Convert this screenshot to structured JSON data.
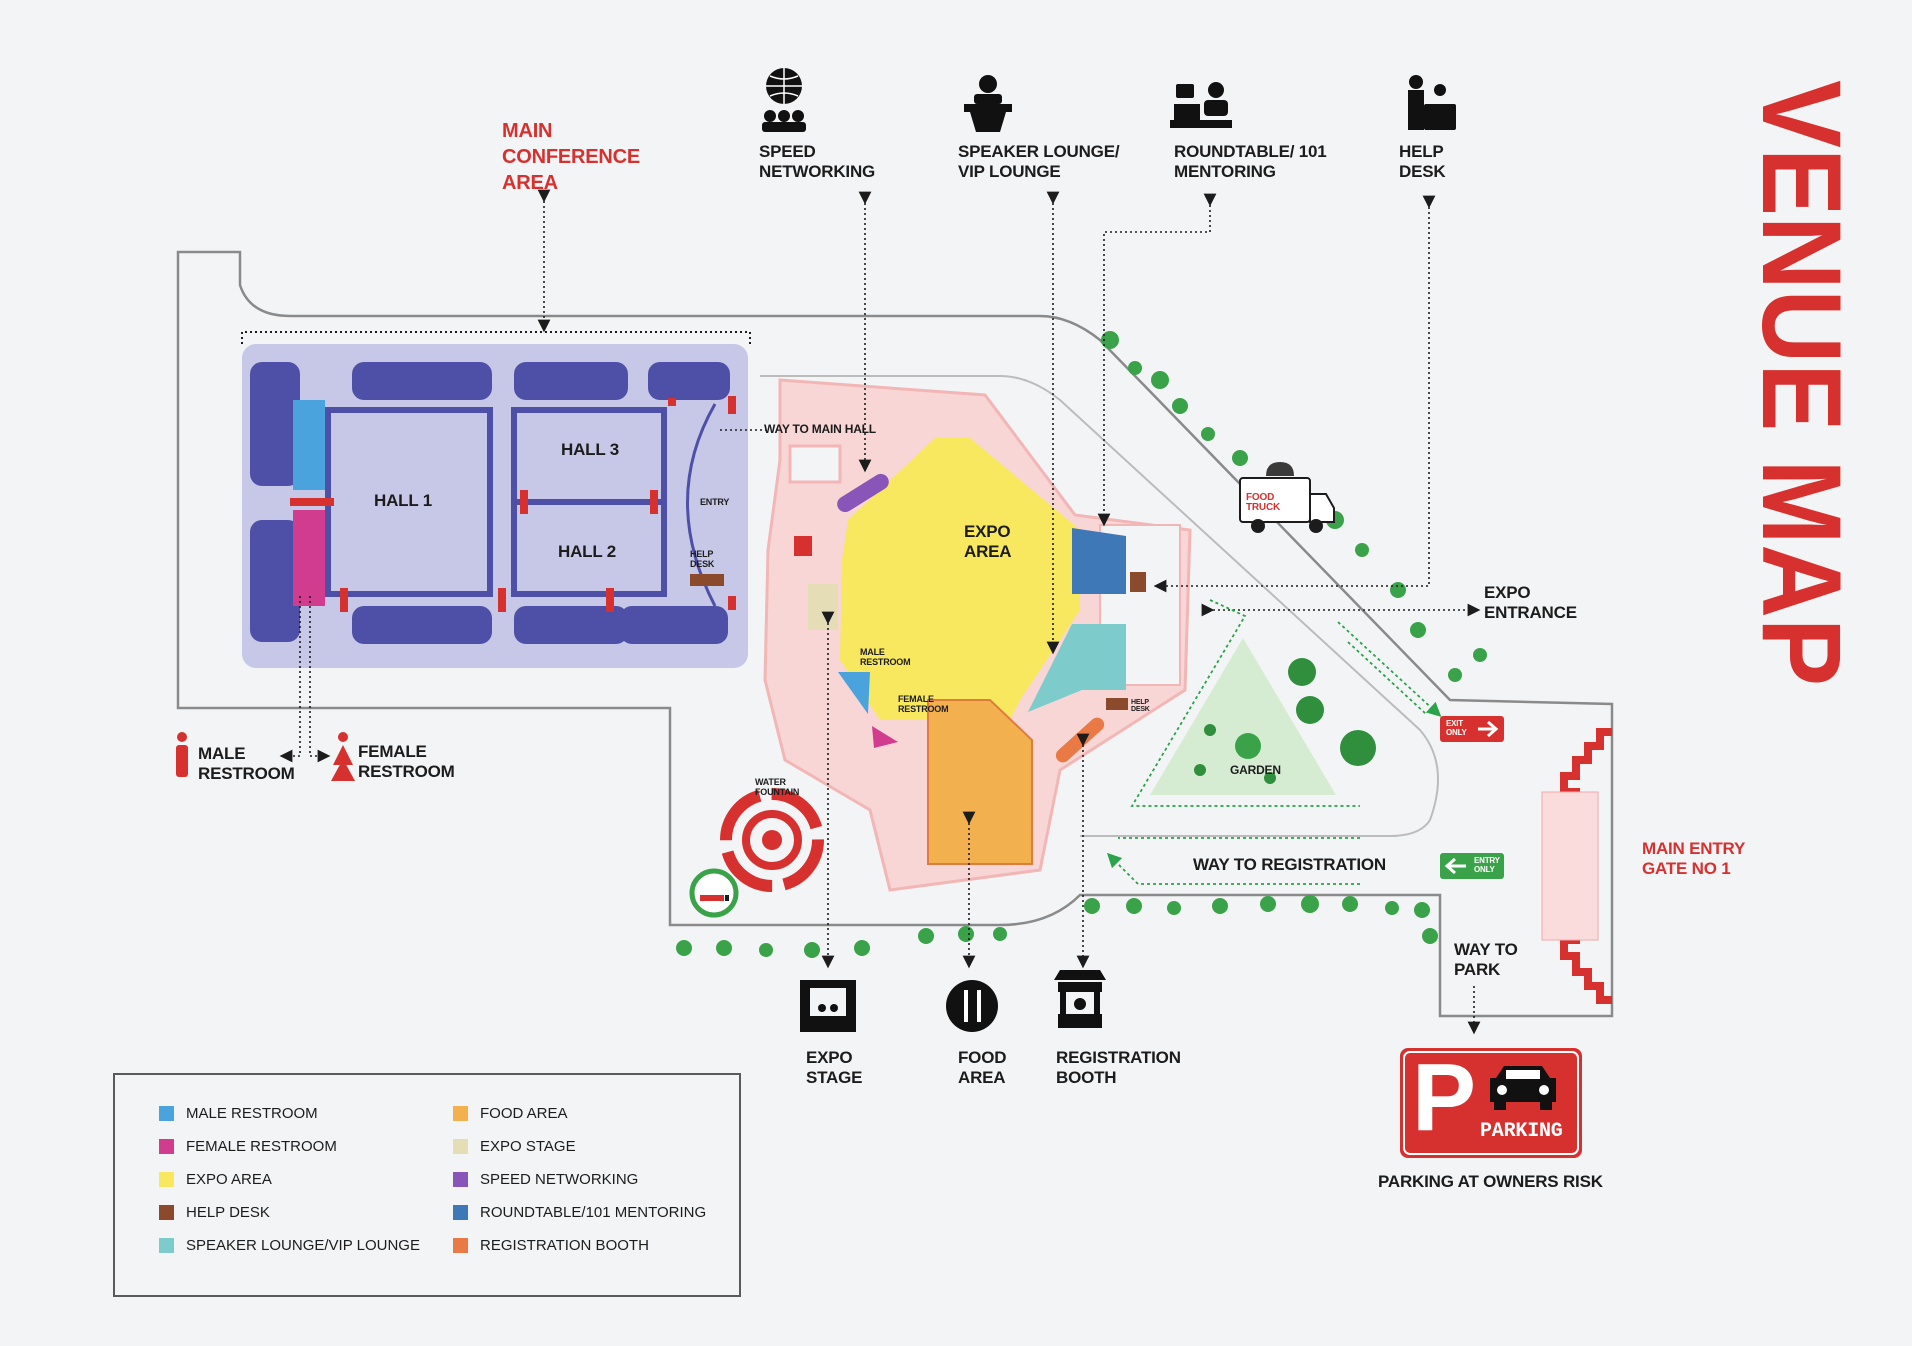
{
  "title": "VENUE MAP",
  "colors": {
    "accent_red": "#d6312f",
    "male_restroom": "#4aa3dd",
    "female_restroom": "#d23c8f",
    "expo_area": "#f7e85f",
    "help_desk": "#8b4a2b",
    "speaker_lounge": "#7ecbcb",
    "food_area": "#f2b04e",
    "expo_stage": "#e4ddb6",
    "speed_networking": "#8a55b8",
    "roundtable": "#3f78b6",
    "registration_booth": "#ea7a45",
    "conference_bg": "#c7c8e8",
    "hall_dark": "#4d50a6"
  },
  "top_labels": {
    "main_conference": [
      "MAIN",
      "CONFERENCE",
      "AREA"
    ],
    "speed_networking": [
      "SPEED",
      "NETWORKING"
    ],
    "speaker_lounge": [
      "SPEAKER LOUNGE/",
      "VIP LOUNGE"
    ],
    "roundtable": [
      "ROUNDTABLE/ 101",
      "MENTORING"
    ],
    "help_desk": [
      "HELP",
      "DESK"
    ]
  },
  "halls": {
    "hall1": "HALL 1",
    "hall2": "HALL 2",
    "hall3": "HALL 3",
    "entry": "ENTRY",
    "help_desk": [
      "HELP",
      "DESK"
    ],
    "way_to_main_hall": "WAY TO MAIN HALL"
  },
  "expo": {
    "expo_area": [
      "EXPO",
      "AREA"
    ],
    "male_restroom": [
      "MALE",
      "RESTROOM"
    ],
    "female_restroom": [
      "FEMALE",
      "RESTROOM"
    ],
    "help_desk": [
      "HELP",
      "DESK"
    ]
  },
  "site": {
    "food_truck": [
      "FOOD",
      "TRUCK"
    ],
    "expo_entrance": [
      "EXPO",
      "ENTRANCE"
    ],
    "garden": "GARDEN",
    "way_to_registration": "WAY TO REGISTRATION",
    "exit_only": [
      "EXIT",
      "ONLY"
    ],
    "entry_only": [
      "ENTRY",
      "ONLY"
    ],
    "main_entry": [
      "MAIN ENTRY",
      "GATE NO 1"
    ],
    "way_to_park": [
      "WAY TO",
      "PARK"
    ],
    "water_fountain": [
      "WATER",
      "FOUNTAIN"
    ],
    "parking_letter": "P",
    "parking_word": "PARKING",
    "parking_note": "PARKING AT OWNERS RISK"
  },
  "restrooms": {
    "male": [
      "MALE",
      "RESTROOM"
    ],
    "female": [
      "FEMALE",
      "RESTROOM"
    ]
  },
  "bottom_labels": {
    "expo_stage": [
      "EXPO",
      "STAGE"
    ],
    "food_area": [
      "FOOD",
      "AREA"
    ],
    "registration_booth": [
      "REGISTRATION",
      "BOOTH"
    ]
  },
  "icons": {
    "speed_networking": "globe-people-icon",
    "speaker_lounge": "speaker-podium-icon",
    "roundtable": "mentoring-icon",
    "help_desk": "help-desk-icon",
    "expo_stage": "stage-icon",
    "food_area": "cutlery-icon",
    "registration_booth": "booth-icon",
    "male": "male-icon",
    "female": "female-icon",
    "smoking": "smoking-icon",
    "car": "car-icon"
  },
  "legend": {
    "left": [
      {
        "label": "MALE RESTROOM",
        "color": "#4aa3dd"
      },
      {
        "label": "FEMALE RESTROOM",
        "color": "#d23c8f"
      },
      {
        "label": "EXPO AREA",
        "color": "#f7e85f"
      },
      {
        "label": "HELP DESK",
        "color": "#8b4a2b"
      },
      {
        "label": "SPEAKER LOUNGE/VIP LOUNGE",
        "color": "#7ecbcb"
      }
    ],
    "right": [
      {
        "label": "FOOD AREA",
        "color": "#f2b04e"
      },
      {
        "label": "EXPO STAGE",
        "color": "#e4ddb6"
      },
      {
        "label": "SPEED NETWORKING",
        "color": "#8a55b8"
      },
      {
        "label": "ROUNDTABLE/101 MENTORING",
        "color": "#3f78b6"
      },
      {
        "label": "REGISTRATION BOOTH",
        "color": "#ea7a45"
      }
    ]
  }
}
